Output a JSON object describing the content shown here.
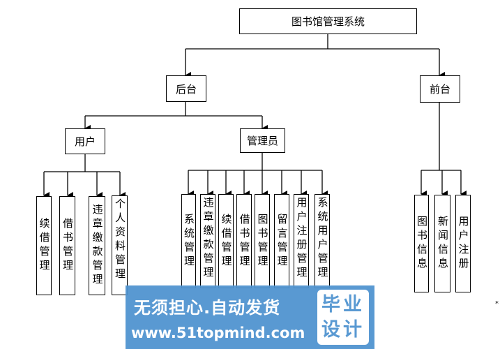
{
  "diagram": {
    "root": "图书馆管理系统",
    "branches": {
      "backend": "后台",
      "frontend": "前台"
    },
    "groups": {
      "user": "用户",
      "admin": "管理员"
    },
    "user_leaves": [
      "续借管理",
      "借书管理",
      "违章缴款管理",
      "个人资料管理"
    ],
    "admin_leaves": [
      "系统管理",
      "违章缴款管理",
      "续借管理",
      "借书管理",
      "图书管理",
      "留言管理",
      "用户注册管理",
      "系统用户管理"
    ],
    "frontend_leaves": [
      "图书信息",
      "新闻信息",
      "用户注册"
    ]
  },
  "watermark": {
    "line1": "无须担心.自动发货",
    "line2": "www.51topmind.com",
    "badge_line1": "毕业",
    "badge_line2": "设计"
  },
  "stray_mark": "*"
}
